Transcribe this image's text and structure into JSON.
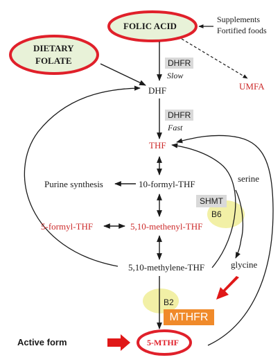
{
  "nodes": {
    "folic_acid": "FOLIC ACID",
    "supplements": "Supplements",
    "fortified_foods": "Fortified foods",
    "dietary_folate_line1": "DIETARY",
    "dietary_folate_line2": "FOLATE",
    "dhf": "DHF",
    "umfa": "UMFA",
    "thf": "THF",
    "purine_synthesis": "Purine synthesis",
    "formyl10_thf": "10-formyl-THF",
    "serine": "serine",
    "formyl5_thf": "5-formyl-THF",
    "methenyl_thf": "5,10-methenyl-THF",
    "methylene_thf": "5,10-methylene-THF",
    "glycine": "glycine",
    "mthf": "5-MTHF"
  },
  "enzymes": {
    "dhfr1": "DHFR",
    "slow": "Slow",
    "dhfr2": "DHFR",
    "fast": "Fast",
    "shmt": "SHMT",
    "b6": "B6",
    "b2": "B2",
    "mthfr": "MTHFR"
  },
  "labels": {
    "active_form": "Active form"
  },
  "colors": {
    "red_text": "#cc2a2a",
    "oval_border": "#e0202a",
    "oval_fill": "#e8f2d8",
    "yellow_highlight": "#f2f0a6",
    "mthfr_orange": "#f08a2a",
    "grey_box": "#d9d9d9"
  }
}
